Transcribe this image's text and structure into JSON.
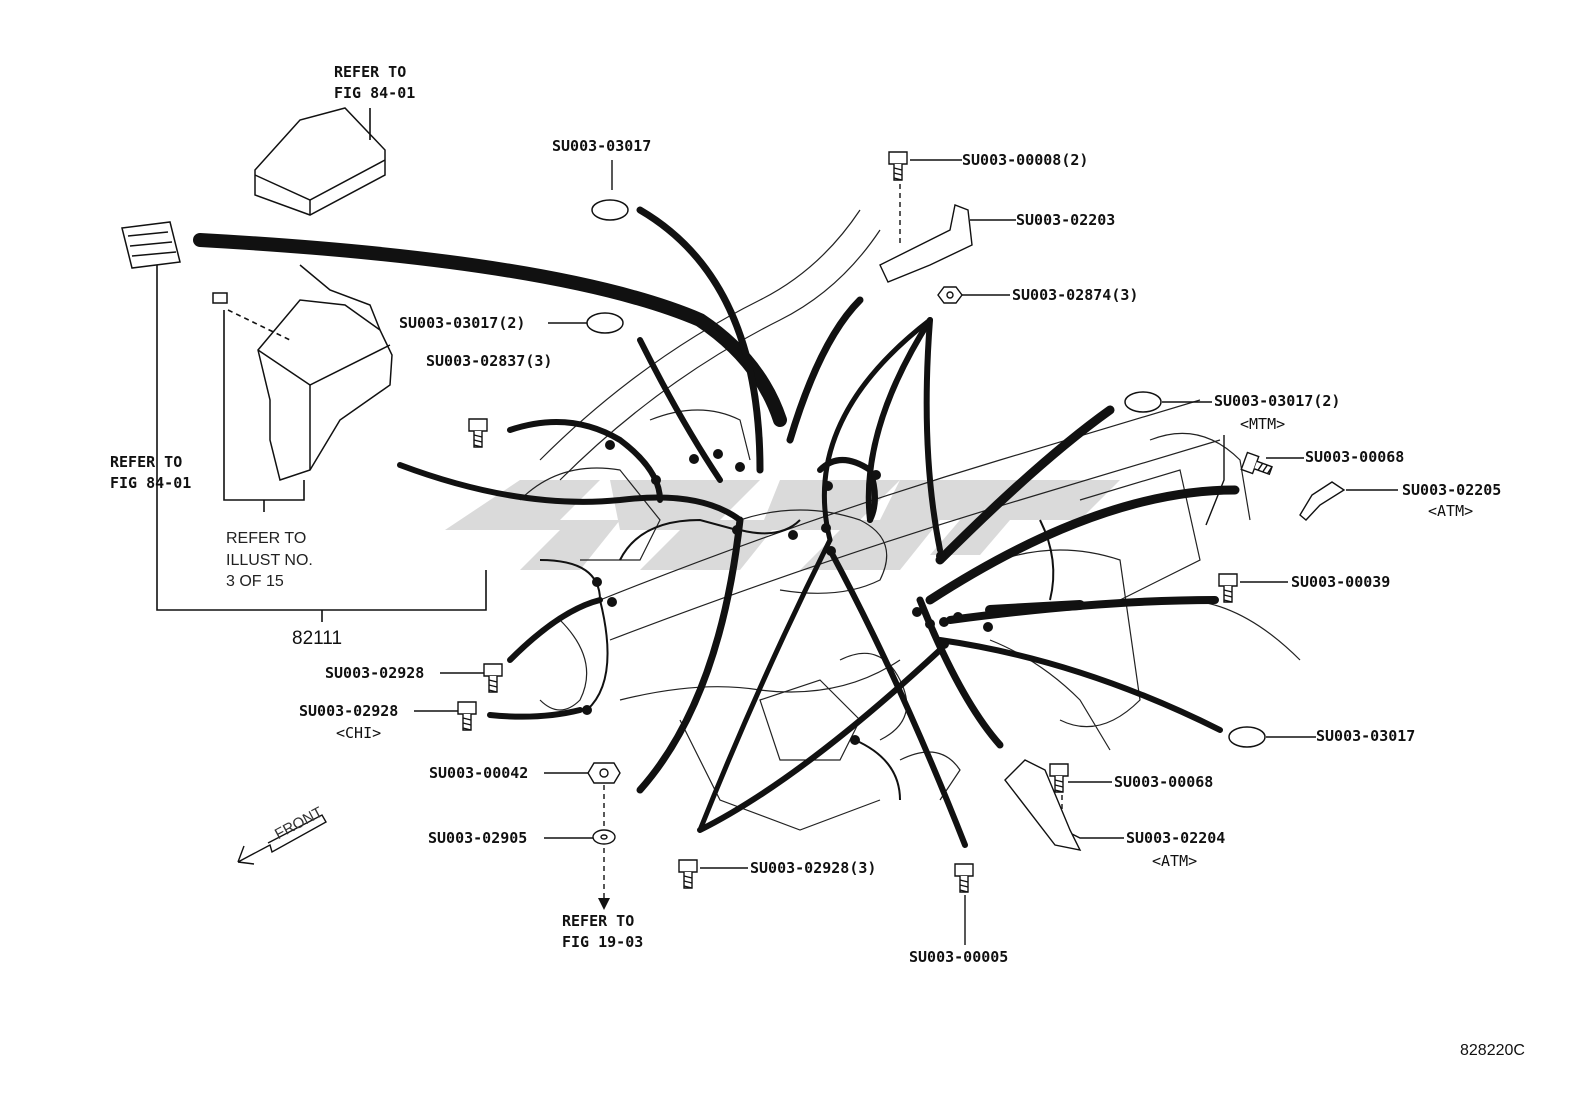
{
  "figure": {
    "code": "828220C",
    "main_part": "82111",
    "front_label": "FRONT"
  },
  "refs": {
    "top_ecu": [
      "REFER TO",
      "FIG 84-01"
    ],
    "left_side": [
      "REFER TO",
      "FIG 84-01"
    ],
    "illust": [
      "REFER TO",
      "ILLUST NO.",
      "3 OF 15"
    ],
    "bottom": [
      "REFER TO",
      "FIG 19-03"
    ]
  },
  "callouts": [
    {
      "id": "c1",
      "text": "SU003-03017"
    },
    {
      "id": "c2",
      "text": "SU003-03017(2)"
    },
    {
      "id": "c3",
      "text": "SU003-02837(3)"
    },
    {
      "id": "c4",
      "text": "SU003-00008(2)"
    },
    {
      "id": "c5",
      "text": "SU003-02203"
    },
    {
      "id": "c6",
      "text": "SU003-02874(3)"
    },
    {
      "id": "c7",
      "text": "SU003-03017(2)",
      "note": "<MTM>"
    },
    {
      "id": "c8",
      "text": "SU003-00068"
    },
    {
      "id": "c9",
      "text": "SU003-02205",
      "note": "<ATM>"
    },
    {
      "id": "c10",
      "text": "SU003-00039"
    },
    {
      "id": "c11",
      "text": "SU003-03017"
    },
    {
      "id": "c12",
      "text": "SU003-00068"
    },
    {
      "id": "c13",
      "text": "SU003-02204",
      "note": "<ATM>"
    },
    {
      "id": "c14",
      "text": "SU003-00005"
    },
    {
      "id": "c15",
      "text": "SU003-02928(3)"
    },
    {
      "id": "c16",
      "text": "SU003-02928"
    },
    {
      "id": "c17",
      "text": "SU003-02928",
      "note": "<CHI>"
    },
    {
      "id": "c18",
      "text": "SU003-00042"
    },
    {
      "id": "c19",
      "text": "SU003-02905"
    }
  ]
}
